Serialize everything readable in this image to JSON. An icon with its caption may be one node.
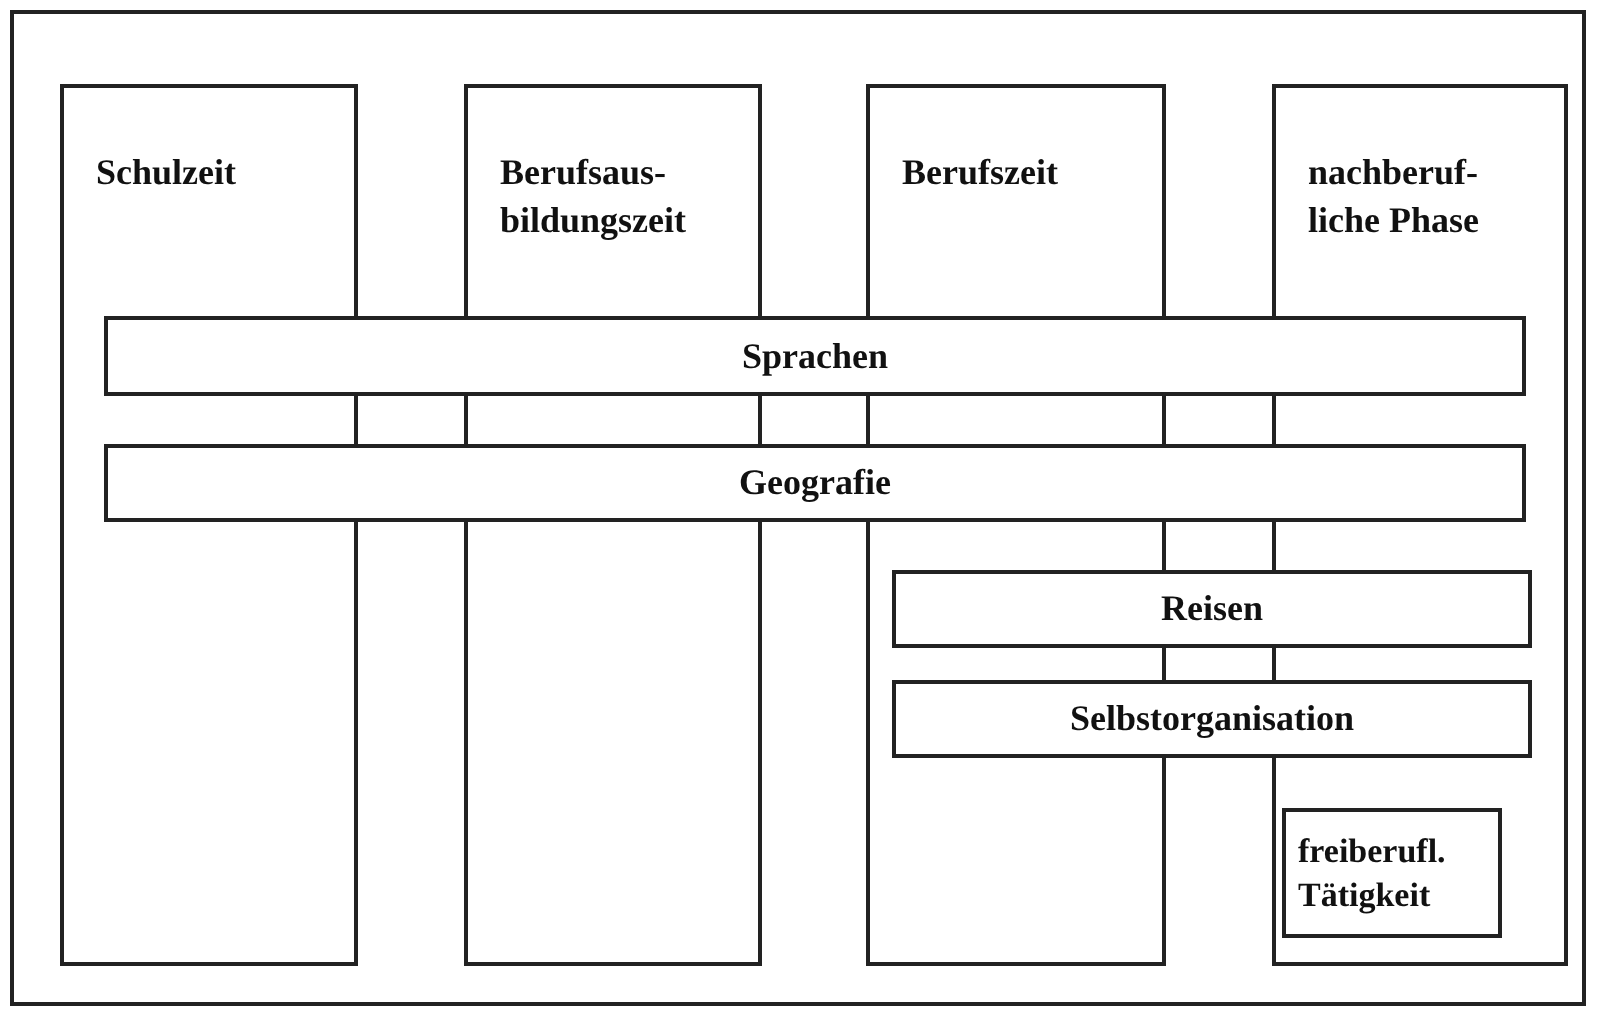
{
  "diagram": {
    "nodes": [
      {
        "text": [
          "Schulzeit"
        ]
      },
      {
        "text": [
          "Berufsaus- bildungszeit"
        ]
      },
      {
        "text": [
          "Berufszeit"
        ]
      },
      {
        "text": [
          "nachberuf- liche Phase"
        ]
      },
      {
        "text": [
          "Sprachen"
        ]
      },
      {
        "text": [
          "Geografie"
        ]
      },
      {
        "text": [
          "Reisen"
        ]
      },
      {
        "text": [
          "Selbstorganisation"
        ]
      },
      {
        "text": [
          "freiberufl. Tätigkeit"
        ],
        "in": 3
      }
    ]
  }
}
